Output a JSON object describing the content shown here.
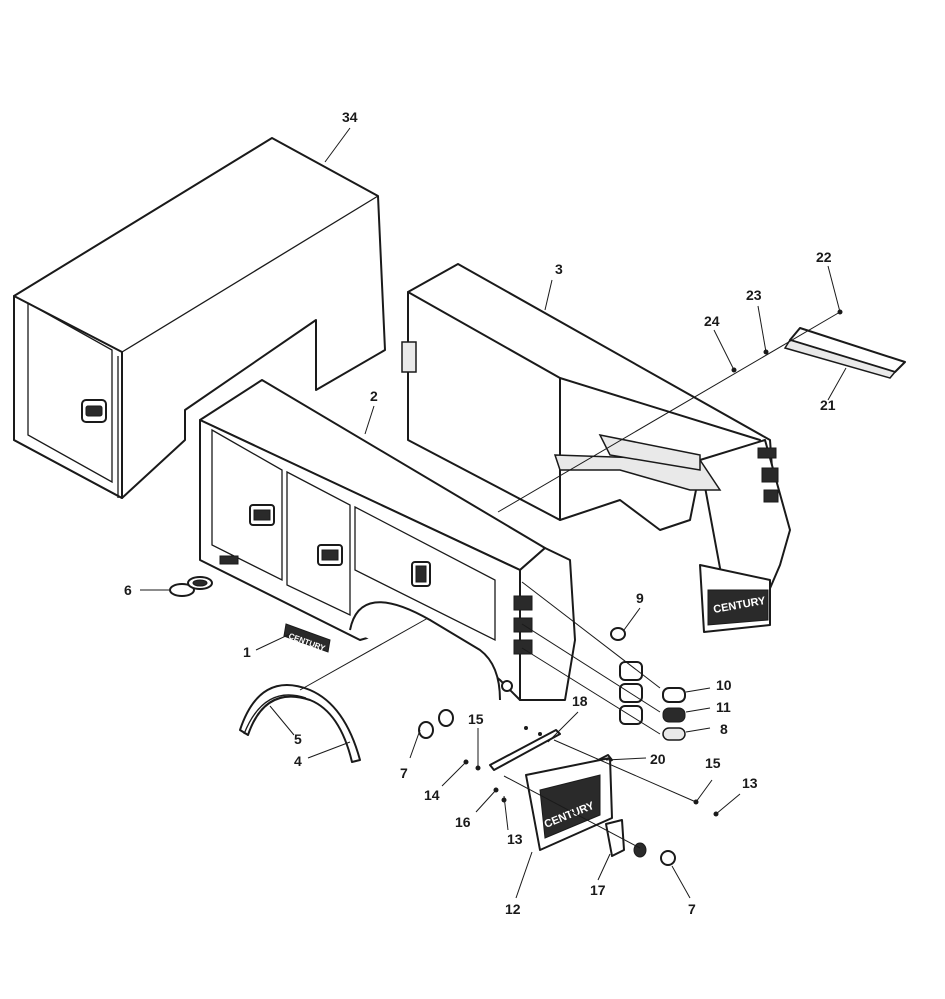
{
  "callouts": {
    "c34": "34",
    "c3": "3",
    "c22": "22",
    "c23": "23",
    "c24": "24",
    "c21": "21",
    "c2": "2",
    "c6": "6",
    "c9": "9",
    "c1": "1",
    "c10": "10",
    "c11": "11",
    "c8": "8",
    "c18": "18",
    "c5": "5",
    "c4": "4",
    "c15a": "15",
    "c7a": "7",
    "c20": "20",
    "c15b": "15",
    "c13a": "13",
    "c14": "14",
    "c16": "16",
    "c13b": "13",
    "c12": "12",
    "c17": "17",
    "c7b": "7"
  },
  "logos": {
    "side_emblem": "CENTURY",
    "rear_mudflap": "CENTURY",
    "front_mudflap": "CENTURY"
  },
  "colors": {
    "line": "#1a1a1a",
    "background": "#ffffff",
    "shade": "#e9e9e9"
  }
}
